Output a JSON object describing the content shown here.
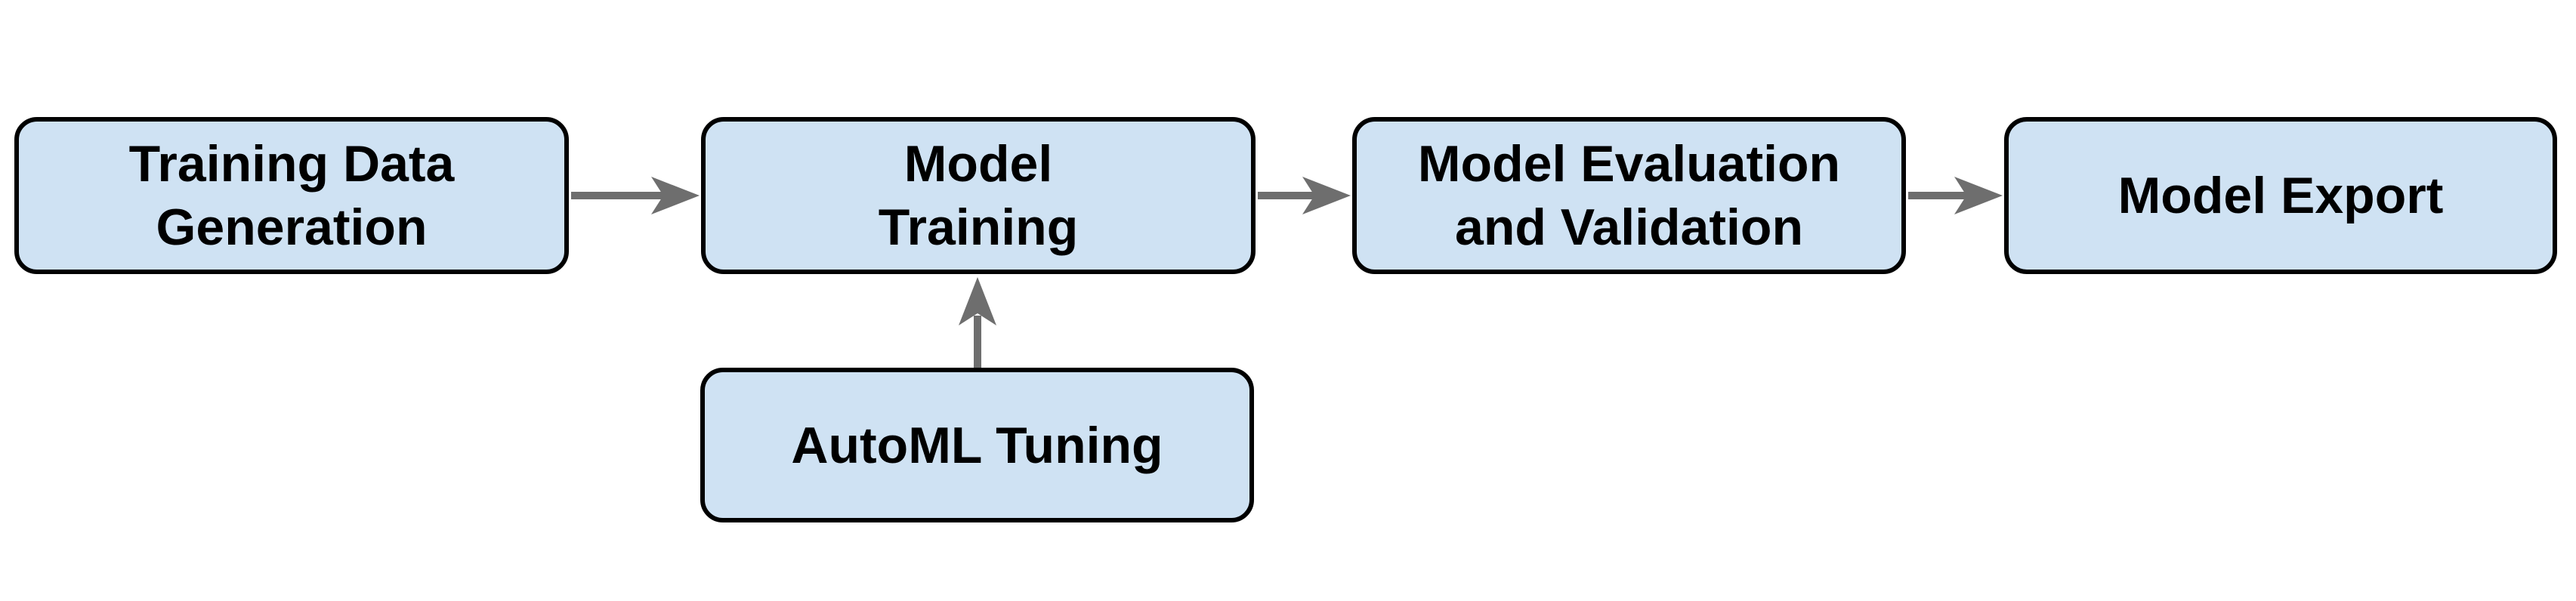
{
  "diagram": {
    "type": "flowchart",
    "colors": {
      "node_fill": "#cfe2f3",
      "node_border": "#000000",
      "arrow_color": "#6e6e6e",
      "text_color": "#000000",
      "canvas_bg": "#ffffff"
    },
    "nodes": [
      {
        "id": "training-data-generation",
        "lines": [
          "Training Data",
          "Generation"
        ]
      },
      {
        "id": "model-training",
        "lines": [
          "Model",
          "Training"
        ]
      },
      {
        "id": "model-evaluation-validation",
        "lines": [
          "Model Evaluation",
          "and Validation"
        ]
      },
      {
        "id": "model-export",
        "lines": [
          "Model Export"
        ]
      },
      {
        "id": "automl-tuning",
        "lines": [
          "AutoML Tuning"
        ]
      }
    ],
    "edges": [
      {
        "from": "training-data-generation",
        "to": "model-training",
        "direction": "right"
      },
      {
        "from": "model-training",
        "to": "model-evaluation-validation",
        "direction": "right"
      },
      {
        "from": "model-evaluation-validation",
        "to": "model-export",
        "direction": "right"
      },
      {
        "from": "automl-tuning",
        "to": "model-training",
        "direction": "up"
      }
    ]
  }
}
